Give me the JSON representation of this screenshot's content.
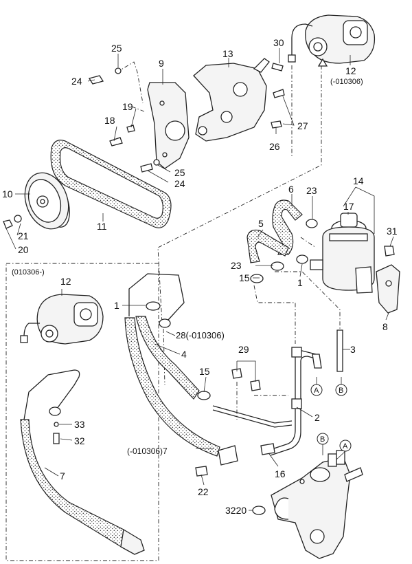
{
  "labels": {
    "p1a": "1",
    "p1b": "1",
    "p2": "2",
    "p3": "3",
    "p4": "4",
    "p5": "5",
    "p6": "6",
    "p7a": "7",
    "p7b": "(-010306)7",
    "p8": "8",
    "p9": "9",
    "p10": "10",
    "p11": "11",
    "p12a": "12",
    "p12a_note": "(-010306)",
    "p12b": "12",
    "p13": "13",
    "p14": "14",
    "p15a": "15",
    "p15b": "15",
    "p16": "16",
    "p17": "17",
    "p18": "18",
    "p19": "19",
    "p20": "20",
    "p21": "21",
    "p22": "22",
    "p23a": "23",
    "p23b": "23",
    "p24a": "24",
    "p24b": "24",
    "p25a": "25",
    "p25b": "25",
    "p26": "26",
    "p27": "27",
    "p28": "28(-010306)",
    "p29": "29",
    "p30": "30",
    "p31": "31",
    "p32": "32",
    "p33": "33",
    "p3220": "3220",
    "inset_title": "(010306-)",
    "refA1": "A",
    "refB1": "B",
    "refA2": "A",
    "refB2": "B"
  }
}
